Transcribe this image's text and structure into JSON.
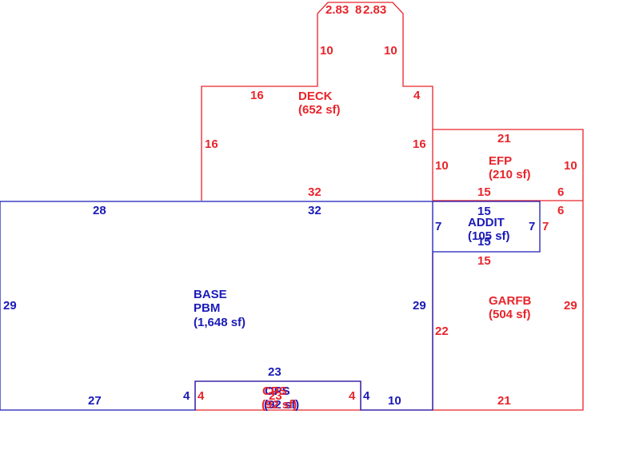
{
  "colors": {
    "blue": "#1a1ab8",
    "red": "#e8242b"
  },
  "areas": {
    "deck": {
      "name": "DECK",
      "area": "(652 sf)"
    },
    "efp": {
      "name": "EFP",
      "area": "(210 sf)"
    },
    "addit": {
      "name": "ADDIT",
      "area": "(105 sf)"
    },
    "base": {
      "name": "BASE",
      "subname": "PBM",
      "area": "(1,648 sf)"
    },
    "garfb": {
      "name": "GARFB",
      "area": "(504 sf)"
    },
    "ops": {
      "name": "OPS",
      "name_overlay": "CPS",
      "area": "(92 sf)",
      "area_overlay": "(92 sf)"
    }
  },
  "dimensions": {
    "deck_top_left": "2.83",
    "deck_top_right": "2.83",
    "deck_top_mid": "8",
    "deck_neck_left": "10",
    "deck_neck_right": "10",
    "deck_upper_left": "16",
    "deck_upper_right": "4",
    "deck_side_left": "16",
    "deck_side_right": "16",
    "deck_bottom": "32",
    "efp_top": "21",
    "efp_left": "10",
    "efp_right": "10",
    "efp_bottom": "15",
    "efp_bottom_right": "6",
    "garfb_top_right": "6",
    "addit_top": "15",
    "addit_left": "7",
    "addit_right": "7",
    "addit_bottom": "15",
    "addit_right_red": "7",
    "garfb_addit_bottom": "15",
    "base_top_left": "28",
    "base_top_mid": "32",
    "base_left": "29",
    "base_right": "29",
    "garfb_left": "22",
    "garfb_right": "29",
    "base_bottom_left": "27",
    "base_bottom_right": "10",
    "ops_top": "23",
    "ops_left_blue": "4",
    "ops_left_red": "4",
    "ops_right_red": "4",
    "ops_right_blue": "4",
    "ops_bottom_overlay": "23",
    "garfb_bottom": "21"
  }
}
